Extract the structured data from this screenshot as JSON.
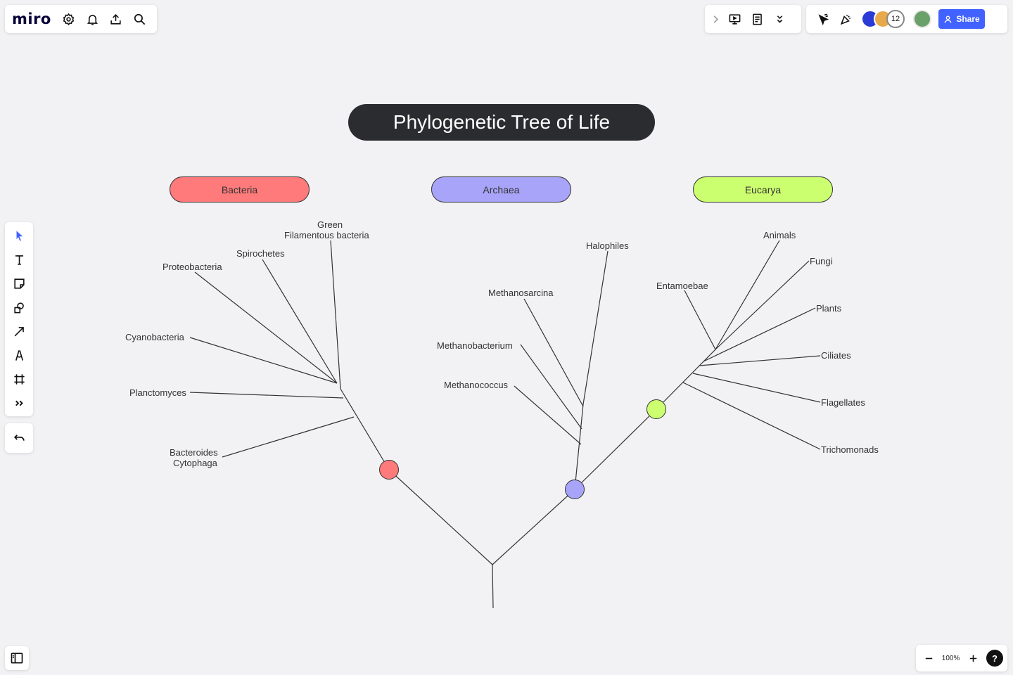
{
  "app": {
    "logo": "miro"
  },
  "top_left_icons": [
    "settings-icon",
    "bell-icon",
    "upload-icon",
    "search-icon"
  ],
  "top_right": {
    "collaborator_count": "12",
    "share_label": "Share"
  },
  "toolbar": {
    "tools": [
      "select-icon",
      "text-icon",
      "sticky-note-icon",
      "shapes-icon",
      "arrow-icon",
      "pen-icon",
      "frame-icon",
      "more-tools-icon"
    ]
  },
  "zoom": {
    "level": "100%",
    "help": "?"
  },
  "diagram": {
    "title": "Phylogenetic Tree of Life",
    "domains": [
      {
        "name": "Bacteria",
        "color": "#ff7a7a"
      },
      {
        "name": "Archaea",
        "color": "#a8a4f9"
      },
      {
        "name": "Eucarya",
        "color": "#ccff70"
      }
    ],
    "bacteria_leaves": {
      "green": "Green",
      "filamentous": "Filamentous bacteria",
      "spirochetes": "Spirochetes",
      "proteobacteria": "Proteobacteria",
      "cyanobacteria": "Cyanobacteria",
      "planctomyces": "Planctomyces",
      "bacteroides": "Bacteroides",
      "cytophaga": "Cytophaga"
    },
    "archaea_leaves": {
      "halophiles": "Halophiles",
      "methanosarcina": "Methanosarcina",
      "methanobacterium": "Methanobacterium",
      "methanococcus": "Methanococcus"
    },
    "eucarya_leaves": {
      "animals": "Animals",
      "fungi": "Fungi",
      "entamoebae": "Entamoebae",
      "plants": "Plants",
      "ciliates": "Ciliates",
      "flagellates": "Flagellates",
      "trichomonads": "Trichomonads"
    }
  }
}
